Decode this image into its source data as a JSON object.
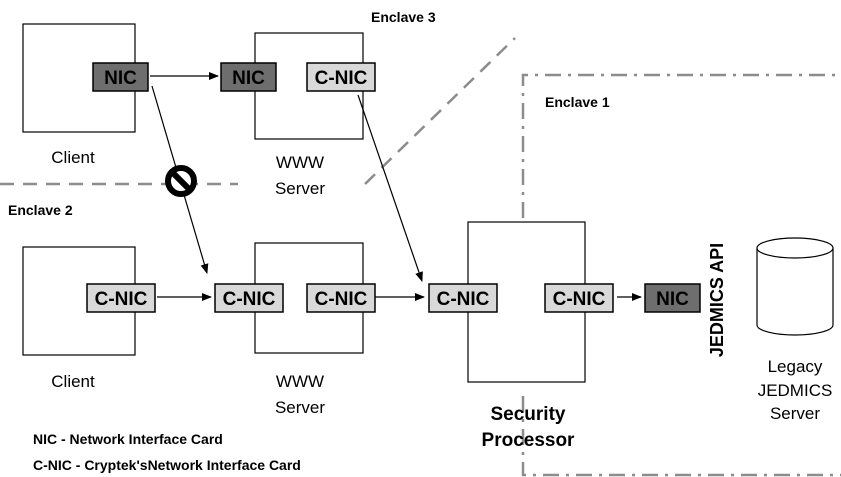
{
  "enclaves": {
    "enclave3": "Enclave 3",
    "enclave1": "Enclave 1",
    "enclave2": "Enclave 2"
  },
  "nodes": {
    "client_top": "Client",
    "www_top_line1": "WWW",
    "www_top_line2": "Server",
    "client_bottom": "Client",
    "www_bottom_line1": "WWW",
    "www_bottom_line2": "Server",
    "security_line1": "Security",
    "security_line2": "Processor",
    "legacy_line1": "Legacy",
    "legacy_line2": "JEDMICS",
    "legacy_line3": "Server",
    "jedmics_api": "JEDMICS API"
  },
  "cards": {
    "nic": "NIC",
    "cnic": "C-NIC"
  },
  "legend": {
    "nic": "NIC - Network Interface Card",
    "cnic": "C-NIC - Cryptek'sNetwork Interface Card"
  },
  "colors": {
    "nic_fill": "#6e6e6e",
    "cnic_fill": "#d9d9d9",
    "boundary": "#8c8c8c"
  }
}
